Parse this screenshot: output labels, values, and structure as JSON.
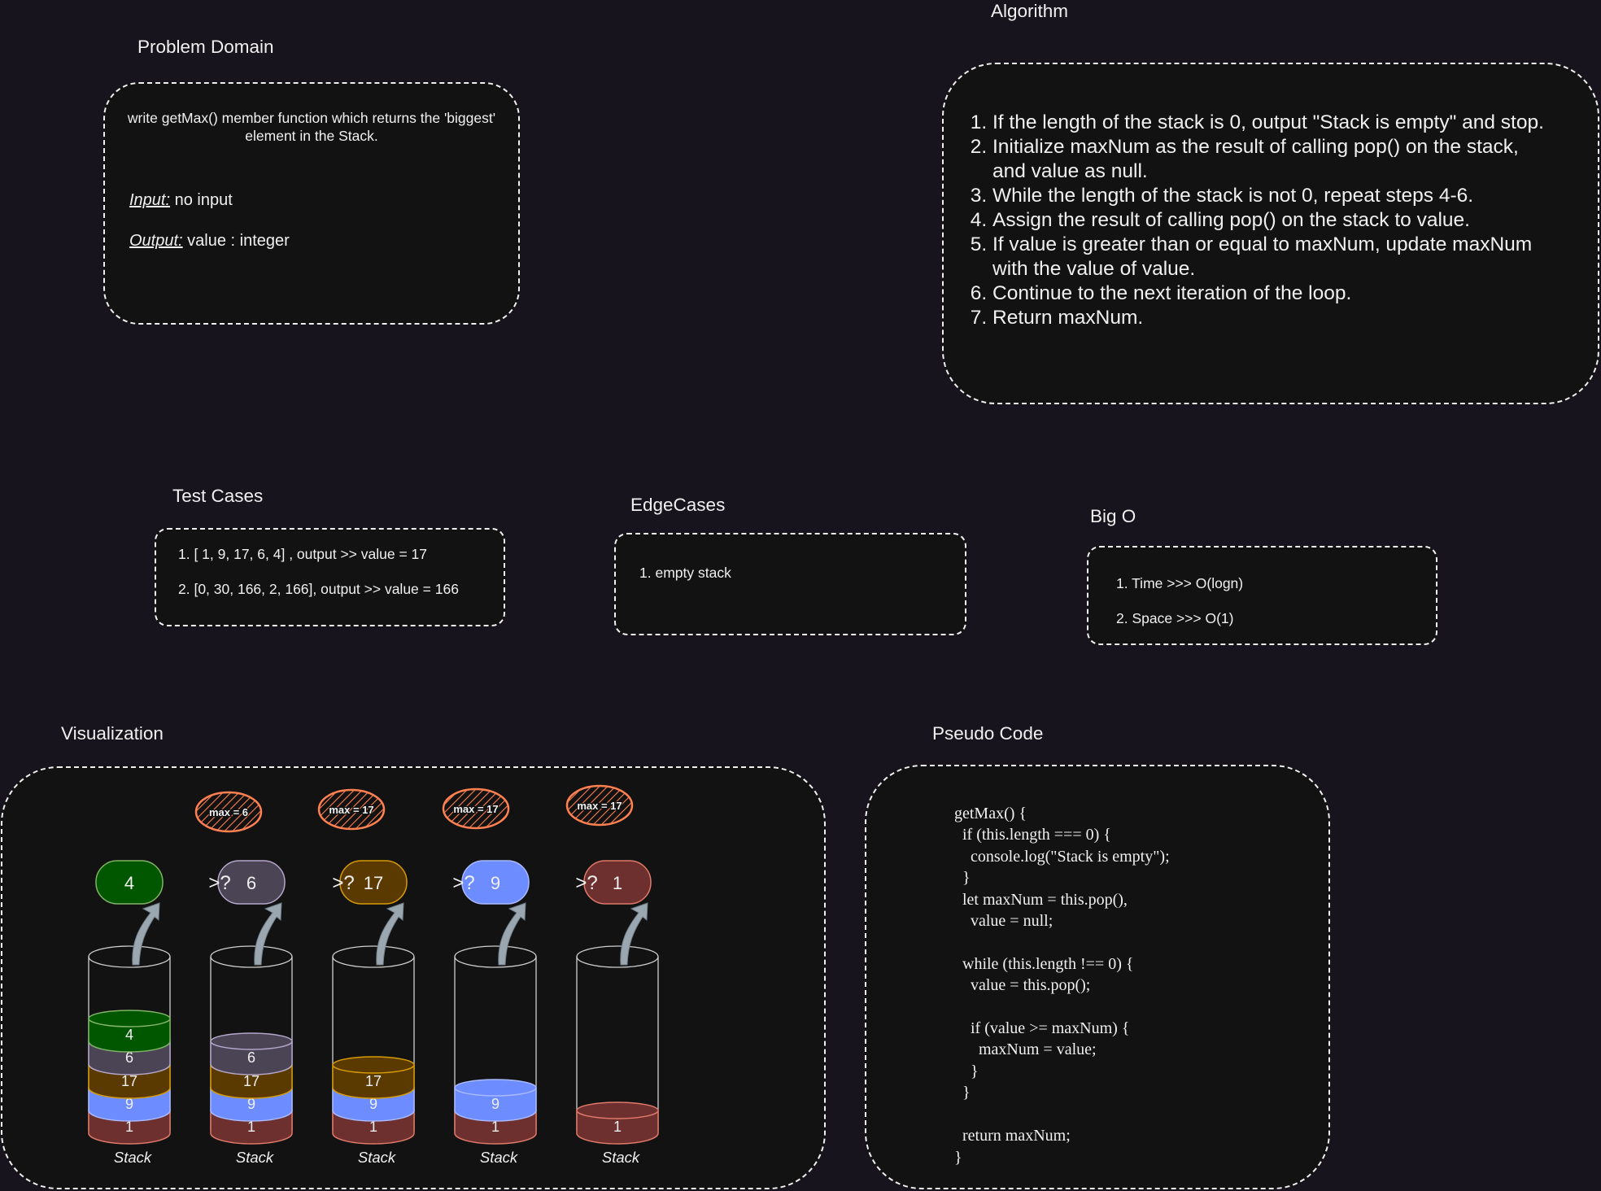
{
  "problem_domain": {
    "title": "Problem Domain",
    "description_line1": "write getMax() member function which returns the 'biggest'",
    "description_line2": "element in the Stack.",
    "input_label": "Input:",
    "input_value": " no input",
    "output_label": "Output:",
    "output_value": " value : integer"
  },
  "algorithm": {
    "title": "Algorithm",
    "steps": [
      "If the length of the stack is 0, output \"Stack is empty\" and stop.",
      "Initialize maxNum as the result of calling pop() on the stack, and value as null.",
      "While the length of the stack is not 0, repeat steps 4-6.",
      "Assign the result of calling pop() on the stack to value.",
      "If value is greater than or equal to maxNum, update maxNum with the value of value.",
      "Continue to the next iteration of the loop.",
      "Return maxNum."
    ]
  },
  "test_cases": {
    "title": "Test Cases",
    "items": [
      "1. [ 1, 9, 17, 6, 4] , output >> value = 17",
      "2. [0, 30, 166, 2, 166], output >> value = 166"
    ]
  },
  "edge_cases": {
    "title": "EdgeCases",
    "items": [
      "1. empty stack"
    ]
  },
  "big_o": {
    "title": "Big O",
    "items": [
      "1. Time >>> O(logn)",
      "2. Space >>> O(1)"
    ]
  },
  "visualization": {
    "title": "Visualization",
    "max_labels": [
      "max = 6",
      "max = 17",
      "max = 17",
      "max = 17"
    ],
    "popped": [
      "4",
      "6",
      "17",
      "9",
      "1"
    ],
    "compare_label": ">?",
    "stack_label": "Stack",
    "stacks": [
      [
        "1",
        "9",
        "17",
        "6",
        "4"
      ],
      [
        "1",
        "9",
        "17",
        "6"
      ],
      [
        "1",
        "9",
        "17"
      ],
      [
        "1",
        "9"
      ],
      [
        "1"
      ]
    ],
    "colors": {
      "4": {
        "fill": "#005700",
        "stroke": "#82b366"
      },
      "6": {
        "fill": "#4b4454",
        "stroke": "#b5a7cc"
      },
      "17": {
        "fill": "#5a3a00",
        "stroke": "#d79b00"
      },
      "9": {
        "fill": "#6d8cff",
        "stroke": "#a8b9ff"
      },
      "1": {
        "fill": "#6e2f2f",
        "stroke": "#e07a6a"
      }
    },
    "max_label_color": "#ff8050",
    "arrow_color": "#9aa7b1"
  },
  "pseudo_code": {
    "title": "Pseudo Code",
    "code": "getMax() {\n  if (this.length === 0) {\n    console.log(\"Stack is empty\");\n  }\n  let maxNum = this.pop(),\n    value = null;\n\n  while (this.length !== 0) {\n    value = this.pop();\n\n    if (value >= maxNum) {\n      maxNum = value;\n    }\n  }\n\n  return maxNum;\n}"
  }
}
